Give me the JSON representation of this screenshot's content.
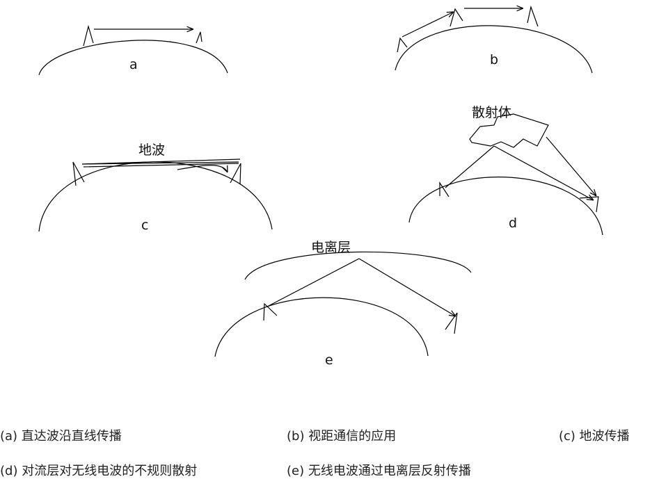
{
  "panels": {
    "a": {
      "letter": "a"
    },
    "b": {
      "letter": "b"
    },
    "c": {
      "letter": "c",
      "title": "地波"
    },
    "d": {
      "letter": "d",
      "title": "散射体"
    },
    "e": {
      "letter": "e",
      "title": "电离层"
    }
  },
  "captions": {
    "a": "(a) 直达波沿直线传播",
    "b": "(b) 视距通信的应用",
    "c": "(c) 地波传播",
    "d": "(d) 对流层对无线电波的不规则散射",
    "e": "(e) 无线电波通过电离层反射传播"
  }
}
